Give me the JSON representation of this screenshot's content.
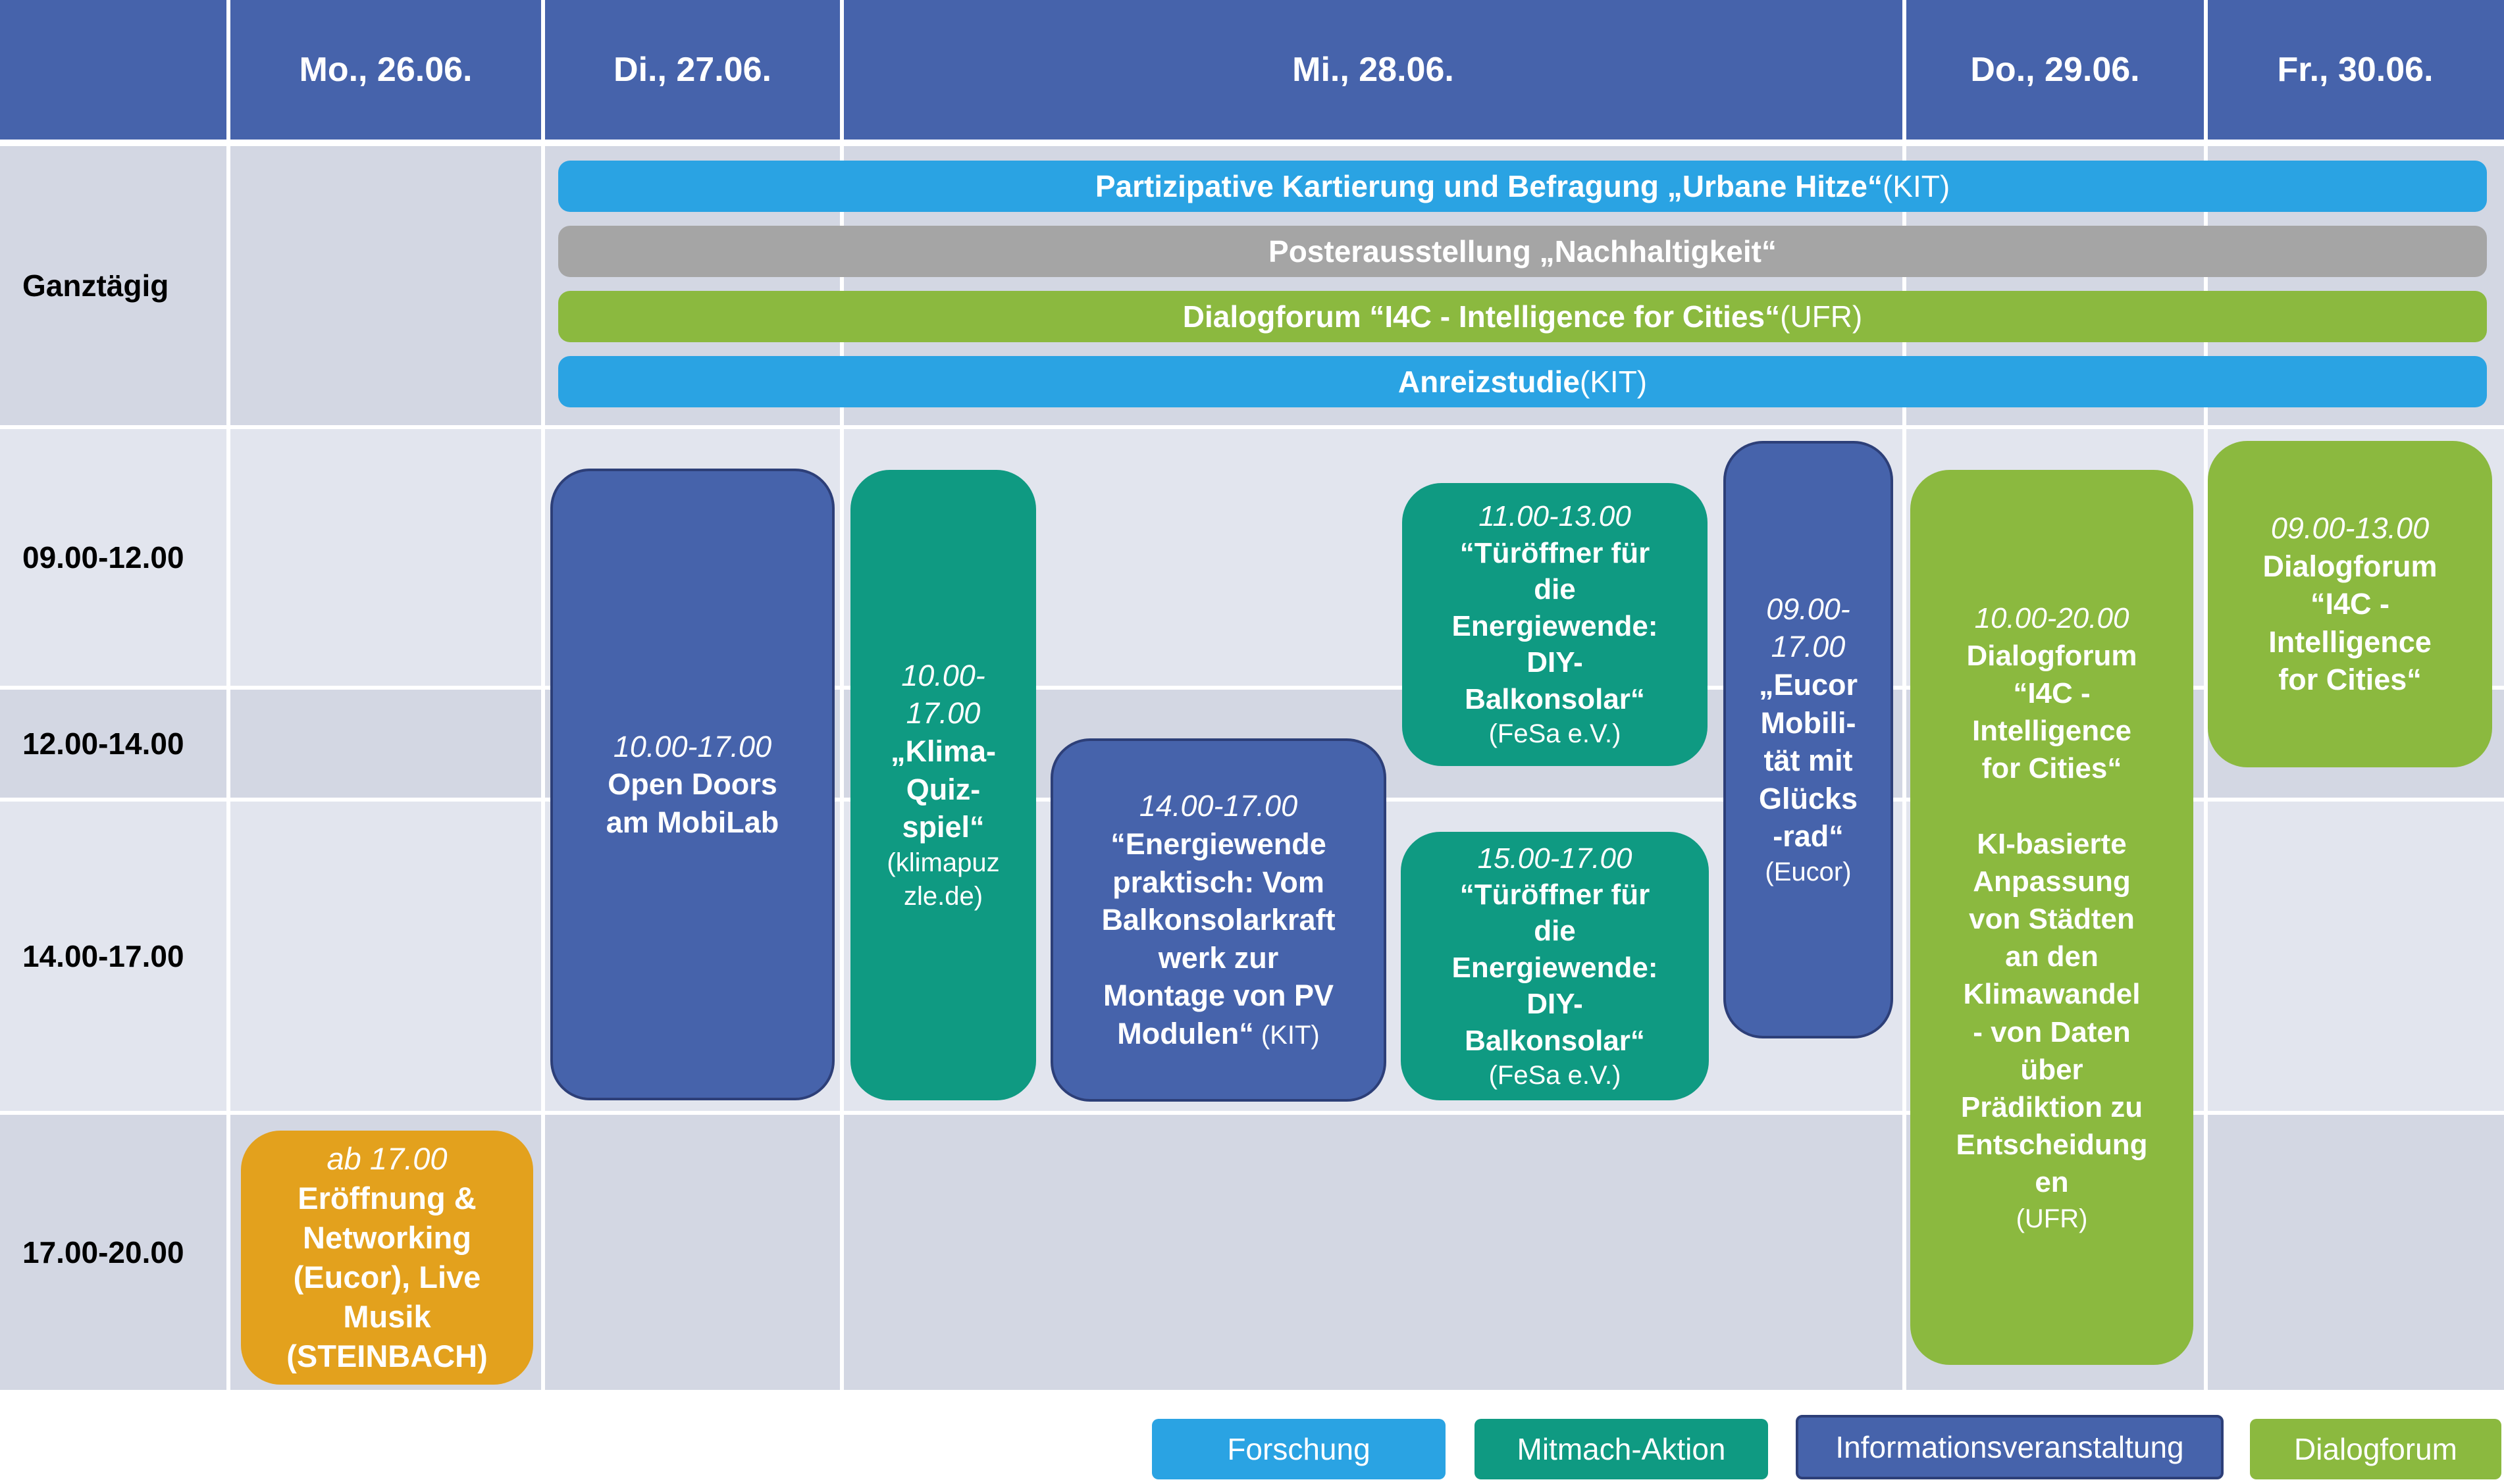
{
  "days": [
    "Mo., 26.06.",
    "Di., 27.06.",
    "Mi., 28.06.",
    "Do., 29.06.",
    "Fr., 30.06."
  ],
  "rows": [
    "Ganztägig",
    "09.00-12.00",
    "12.00-14.00",
    "14.00-17.00",
    "17.00-20.00"
  ],
  "allday": [
    {
      "name": "Partizipative Kartierung und Befragung „Urbane Hitze“",
      "org": " (KIT)",
      "color": "#2aa3e3"
    },
    {
      "name": "Posterausstellung „Nachhaltigkeit“",
      "org": "",
      "color": "#a5a5a5"
    },
    {
      "name": "Dialogforum “I4C - Intelligence for Cities“",
      "org": " (UFR)",
      "color": "#8bb93f"
    },
    {
      "name": "Anreizstudie",
      "org": " (KIT)",
      "color": "#2aa3e3"
    }
  ],
  "events": {
    "mo_evening": {
      "time": "ab 17.00",
      "name": "Eröffnung &\nNetworking\n(Eucor), Live\nMusik\n(STEINBACH)"
    },
    "mobilab": {
      "time": "10.00-17.00",
      "name": "Open Doors\nam MobiLab"
    },
    "klima": {
      "time": "10.00-\n17.00",
      "name": "„Klima-\nQuiz-\nspiel“",
      "org": "(klimapuz\nzle.de)"
    },
    "energiewende": {
      "time": "14.00-17.00",
      "name": "“Energiewende\npraktisch: Vom\nBalkonsolarkraft\nwerk zur\nMontage von PV\nModulen“",
      "org": " (KIT)"
    },
    "tueroeffner1": {
      "time": "11.00-13.00",
      "name": "“Türöffner für\ndie\nEnergiewende:\nDIY-\nBalkonsolar“",
      "org": "(FeSa e.V.)"
    },
    "tueroeffner2": {
      "time": "15.00-17.00",
      "name": "“Türöffner für\ndie\nEnergiewende:\nDIY-\nBalkonsolar“",
      "org": "(FeSa e.V.)"
    },
    "eucor": {
      "time": "09.00-\n17.00",
      "name": "„Eucor\nMobili-\ntät mit\nGlücks\n-rad“",
      "org": "(Eucor)"
    },
    "dialog_do": {
      "time": "10.00-20.00",
      "name": "Dialogforum\n“I4C -\nIntelligence\nfor Cities“\n\nKI-basierte\nAnpassung\nvon Städten\nan den\nKlimawandel\n- von Daten\nüber\nPrädiktion zu\nEntscheidung\nen",
      "org": "(UFR)"
    },
    "dialog_fr": {
      "time": "09.00-13.00",
      "name": "Dialogforum\n“I4C -\nIntelligence\nfor Cities“"
    }
  },
  "legend": [
    {
      "label": "Forschung",
      "color": "#2aa3e3"
    },
    {
      "label": "Mitmach-Aktion",
      "color": "#0f9a82"
    },
    {
      "label": "Informationsveranstaltung",
      "color": "#4663ab"
    },
    {
      "label": "Dialogforum",
      "color": "#8bb93f"
    }
  ]
}
